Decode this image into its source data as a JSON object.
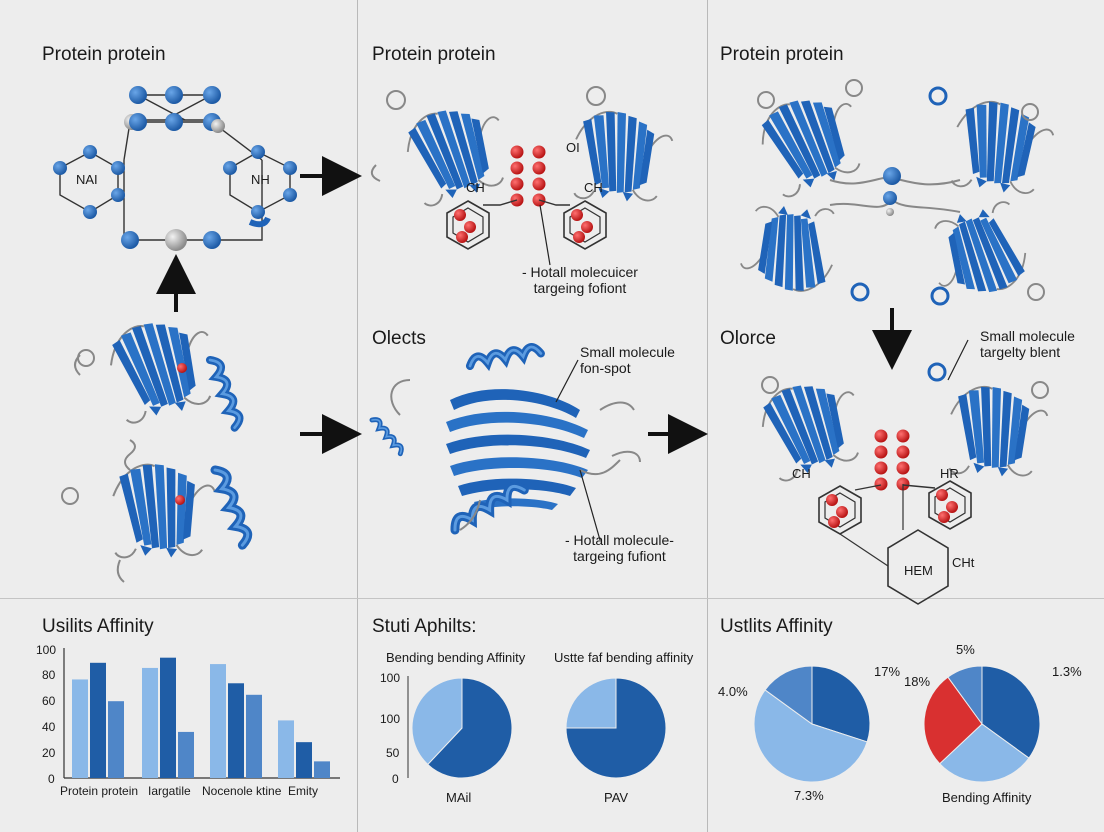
{
  "panels": {
    "top_left_title": "Protein protein",
    "top_mid_title": "Protein protein",
    "top_right_title": "Protein protein",
    "mid_mid_title": "Olects",
    "mid_right_title": "Olorce",
    "bottom_left_title": "Usilits Affinity",
    "bottom_mid_title": "Stuti Aphilts:",
    "bottom_right_title": "Ustlits Affinity"
  },
  "atom_labels": {
    "nai": "NAI",
    "nh": "NH",
    "ch_left": "CH",
    "ch_right": "CH",
    "oi": "OI",
    "ch_mid_right": "CH",
    "hr": "HR",
    "hem": "HEM",
    "cht": "CHt"
  },
  "annotations": {
    "top_mid_callout": "- Hotall molecuicer\ntargeing fofiont",
    "mid_mid_callout_top": "Small molecule\nfon-spot",
    "mid_mid_callout_bottom": "- Hotall molecule-\ntargeing fufiont",
    "mid_right_callout": "Small molecule\ntargelty blent"
  },
  "chart_data": [
    {
      "type": "bar",
      "title": "Usilits Affinity",
      "categories": [
        "Protein protein",
        "Iargatile",
        "Nocenole ktine",
        "Emity"
      ],
      "series": [
        {
          "values": [
            77,
            86,
            89,
            45
          ],
          "color": "#8ab8e8"
        },
        {
          "values": [
            90,
            94,
            74,
            28
          ],
          "color": "#1f5da6"
        },
        {
          "values": [
            60,
            36,
            65,
            13
          ],
          "color": "#4f86c8"
        }
      ],
      "ylim": [
        0,
        100
      ],
      "yticks": [
        "0",
        "20",
        "40",
        "60",
        "80",
        "100"
      ]
    },
    {
      "type": "pie",
      "title": "Bending bending Affinity",
      "label": "MAil",
      "yticks": [
        "100",
        "100",
        "50",
        "0"
      ],
      "slices": [
        {
          "value": 62,
          "color": "#1f5da6"
        },
        {
          "value": 38,
          "color": "#8ab8e8"
        }
      ]
    },
    {
      "type": "pie",
      "title": "Ustte faf bending affinity",
      "label": "PAV",
      "slices": [
        {
          "value": 75,
          "color": "#1f5da6"
        },
        {
          "value": 25,
          "color": "#8ab8e8"
        }
      ]
    },
    {
      "type": "pie",
      "labels": [
        "17%",
        "4.0%",
        "7.3%"
      ],
      "slices": [
        {
          "value": 30,
          "color": "#1f5da6"
        },
        {
          "value": 55,
          "color": "#8ab8e8"
        },
        {
          "value": 15,
          "color": "#4f86c8"
        }
      ]
    },
    {
      "type": "pie",
      "title": "Bending Affinity",
      "labels": [
        "5%",
        "1.3%",
        "18%"
      ],
      "slices": [
        {
          "value": 35,
          "color": "#1f5da6"
        },
        {
          "value": 28,
          "color": "#8ab8e8"
        },
        {
          "value": 27,
          "color": "#d93030"
        },
        {
          "value": 10,
          "color": "#4f86c8"
        }
      ]
    }
  ]
}
